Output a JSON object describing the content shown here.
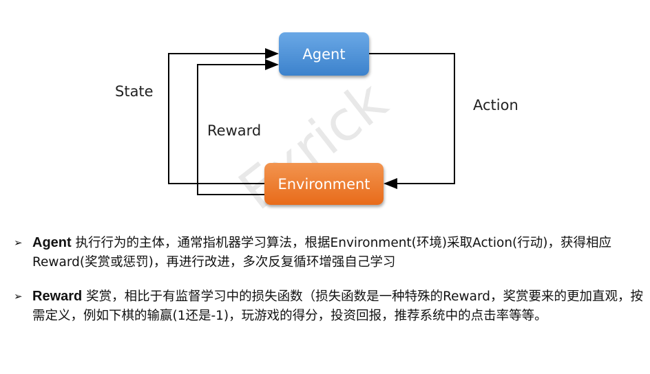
{
  "diagram": {
    "agent": "Agent",
    "environment": "Environment",
    "state": "State",
    "reward": "Reward",
    "action": "Action"
  },
  "watermark": "Exrick",
  "bullets": [
    {
      "term": "Agent",
      "text": " 执行行为的主体，通常指机器学习算法，根据Environment(环境)采取Action(行动)，获得相应Reward(奖赏或惩罚)，再进行改进，多次反复循环增强自己学习"
    },
    {
      "term": "Reward",
      "text": " 奖赏，相比于有监督学习中的损失函数（损失函数是一种特殊的Reward，奖赏要来的更加直观，按需定义，例如下棋的输赢(1还是-1)，玩游戏的得分，投资回报，推荐系统中的点击率等等。"
    }
  ],
  "colors": {
    "agent": "#4a8fd6",
    "environment": "#ec7a2c"
  }
}
